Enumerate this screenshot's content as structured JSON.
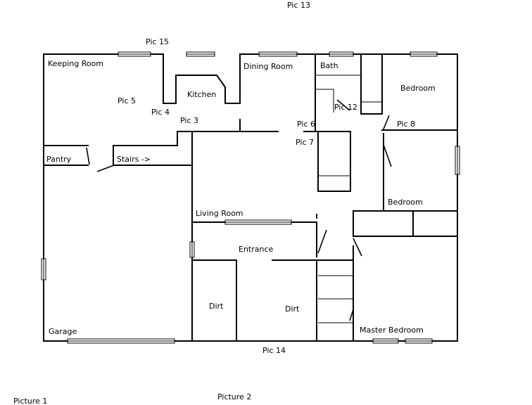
{
  "labels": {
    "pic13": "Pic 13",
    "pic15": "Pic 15",
    "keeping_room": "Keeping Room",
    "dining_room": "Dining Room",
    "bath": "Bath",
    "kitchen": "Kitchen",
    "bedroom_1": "Bedroom",
    "pic5": "Pic 5",
    "pic4": "Pic 4",
    "pic12": "Pic 12",
    "pic3": "Pic 3",
    "pic6": "Pic 6",
    "pic8": "Pic 8",
    "pic7": "Pic 7",
    "pantry": "Pantry",
    "stairs": "Stairs ->",
    "bedroom_2": "Bedroom",
    "living_room": "Living Room",
    "entrance": "Entrance",
    "dirt_1": "Dirt",
    "dirt_2": "Dirt",
    "garage": "Garage",
    "master_bedroom": "Master Bedroom",
    "pic14": "Pic 14",
    "picture1": "Picture 1",
    "picture2": "Picture 2"
  }
}
